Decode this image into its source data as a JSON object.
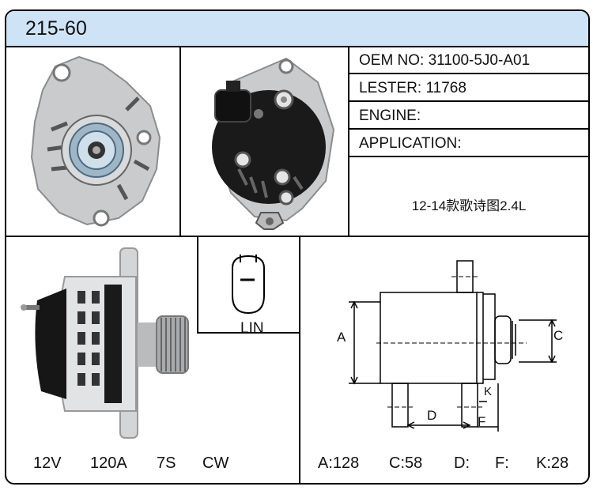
{
  "header": {
    "title": "215-60"
  },
  "specs": {
    "oem": "OEM NO: 31100-5J0-A01",
    "lester": "LESTER: 11768",
    "engine": "ENGINE:",
    "application": "APPLICATION:"
  },
  "application_text": "12-14款歌诗图2.4L",
  "plug": {
    "label": "LIN"
  },
  "electrical": {
    "voltage": "12V",
    "amperage": "120A",
    "pulley": "7S",
    "rotation": "CW"
  },
  "dimensions": {
    "a_label": "A",
    "c_label": "C",
    "d_label": "D",
    "f_label": "F",
    "k_label": "K",
    "a": "A:128",
    "c": "C:58",
    "d": "D:",
    "f": "F:",
    "k": "K:28"
  },
  "colors": {
    "header_bg": "#cfe3f7",
    "border": "#000000",
    "body_silver": "#c9cbcd",
    "housing_black": "#1a1a1a"
  }
}
